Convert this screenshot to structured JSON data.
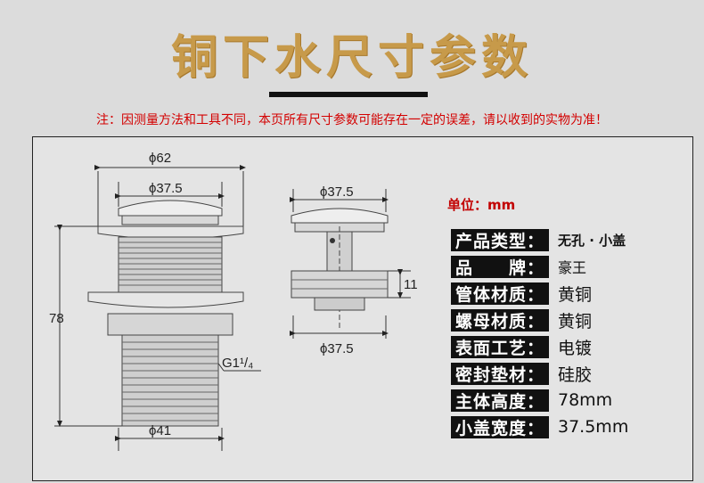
{
  "title": "铜下水尺寸参数",
  "notice": "注：因测量方法和工具不同，本页所有尺寸参数可能存在一定的误差，请以收到的实物为准！",
  "unit_label": "单位：mm",
  "specs": [
    {
      "label": "产品类型：",
      "value": "无孔 · 小盖"
    },
    {
      "label": "品　　牌：",
      "value": "豪王"
    },
    {
      "label": "管体材质：",
      "value": "黄铜"
    },
    {
      "label": "螺母材质：",
      "value": "黄铜"
    },
    {
      "label": "表面工艺：",
      "value": "电镀"
    },
    {
      "label": "密封垫材：",
      "value": "硅胶"
    },
    {
      "label": "主体高度：",
      "value": "78mm"
    },
    {
      "label": "小盖宽度：",
      "value": "37.5mm"
    }
  ],
  "dimensions": {
    "flange_dia": "ϕ62",
    "cap_dia_left": "ϕ37.5",
    "body_height": "78",
    "thread": "G1¹/₄",
    "bottom_dia": "ϕ41",
    "cap_dia_right_top": "ϕ37.5",
    "cap_height": "11",
    "cap_dia_right_bottom": "ϕ37.5"
  }
}
